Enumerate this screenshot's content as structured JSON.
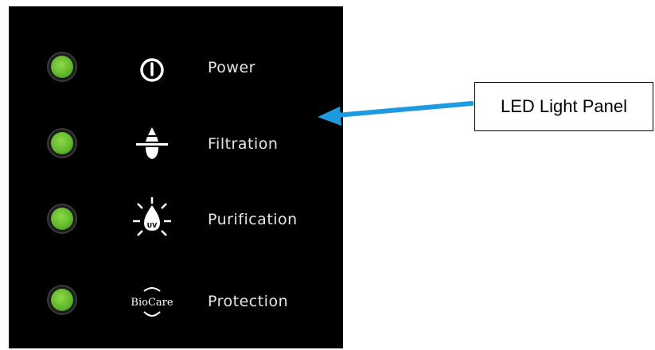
{
  "panel": {
    "rows": [
      {
        "label": "Power",
        "icon": "power-icon",
        "led_color": "#62b92d"
      },
      {
        "label": "Filtration",
        "icon": "filtration-icon",
        "led_color": "#62b92d"
      },
      {
        "label": "Purification",
        "icon": "uv-purification-icon",
        "led_color": "#62b92d",
        "icon_text": "UV"
      },
      {
        "label": "Protection",
        "icon": "biocare-protection-icon",
        "led_color": "#62b92d",
        "icon_text": "BioCare"
      }
    ]
  },
  "callout": {
    "label": "LED Light Panel",
    "arrow_color": "#1e9be0"
  }
}
